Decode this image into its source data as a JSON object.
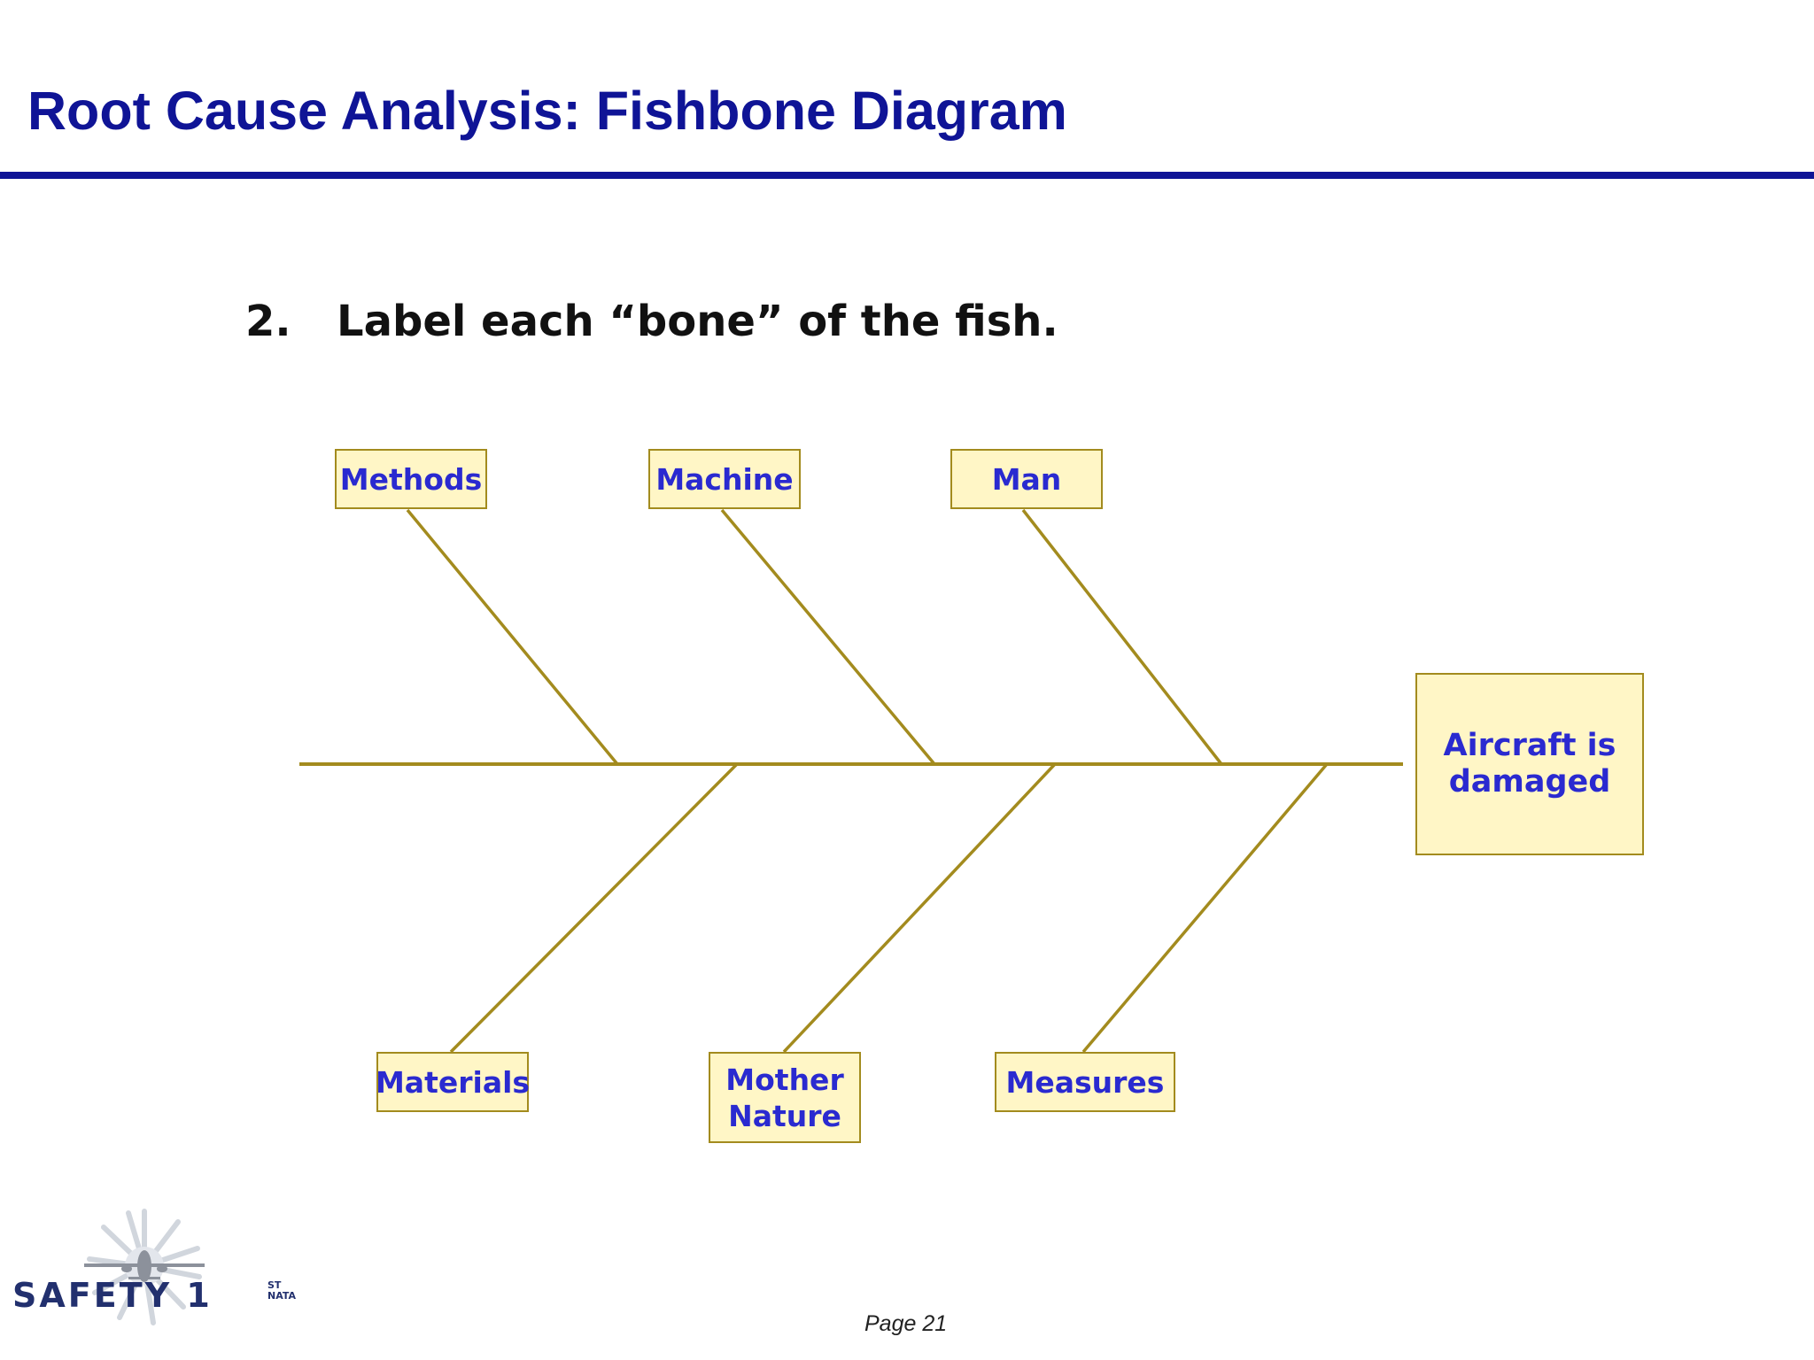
{
  "slide": {
    "title": "Root Cause Analysis: Fishbone Diagram",
    "step_number": "2.",
    "step_text": "Label each “bone” of the fish.",
    "page_label": "Page 21"
  },
  "fishbone": {
    "effect_lines": [
      "Aircraft is",
      "damaged"
    ],
    "top_categories": [
      "Methods",
      "Machine",
      "Man"
    ],
    "bottom_categories": [
      "Materials",
      [
        "Mother",
        "Nature"
      ],
      "Measures"
    ],
    "colors": {
      "bone_line": "#a38b1e",
      "box_fill": "#fff6c6",
      "box_border": "#a38b1e",
      "label_text": "#2a2ad0"
    }
  },
  "logo": {
    "text": "SAFETY 1",
    "suffix_top": "ST",
    "suffix_bottom": "NATA",
    "icon": "airplane-starburst-icon"
  },
  "colors": {
    "title": "#0f1496",
    "rule": "#0f1496"
  }
}
